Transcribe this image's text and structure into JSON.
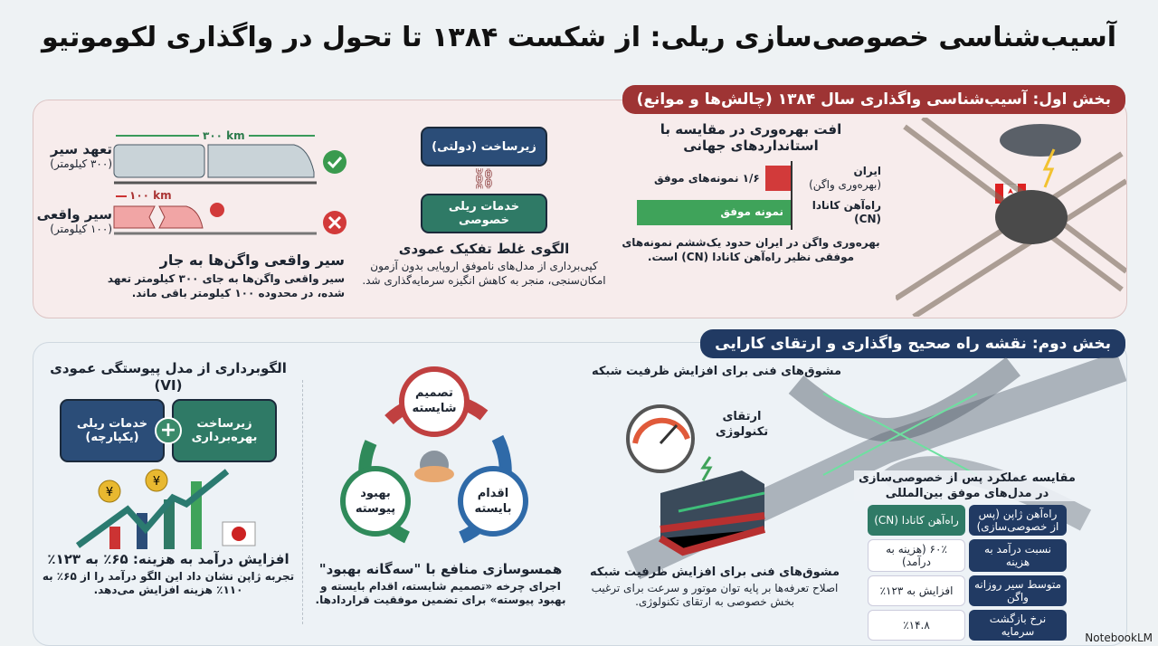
{
  "title": "آسیب‌شناسی خصوصی‌سازی ریلی: از شکست ۱۳۸۴ تا تحول در واگذاری لکوموتیو",
  "section1": {
    "header": "بخش اول: آسیب‌شناسی واگذاری سال ۱۳۸۴ (چالش‌ها و موانع)",
    "trains": {
      "committed_label": "تعهد سیر",
      "committed_sub": "(۳۰۰ کیلومتر)",
      "committed_dist": "۳۰۰ km",
      "actual_label": "سیر واقعی",
      "actual_sub": "(۱۰۰ کیلومتر)",
      "actual_dist": "۱۰۰ km",
      "heading": "سیر واقعی واگن‌ها به جار",
      "text": "سیر واقعی واگن‌ها به جای ۳۰۰ کیلومتر تعهد شده، در محدوده ۱۰۰ کیلومتر باقی ماند."
    },
    "separation": {
      "top_box": "زیرساخت (دولتی)",
      "bottom_box": "خدمات ریلی خصوصی",
      "heading": "الگوی غلط تفکیک عمودی",
      "text": "کپی‌برداری از مدل‌های ناموفق اروپایی بدون آزمون امکان‌سنجی، منجر به کاهش انگیزه سرمایه‌گذاری شد."
    },
    "productivity": {
      "heading": "افت بهره‌وری در مقایسه با استانداردهای جهانی",
      "iran_label": "ایران",
      "iran_sub": "(بهره‌وری واگن)",
      "iran_value_label": "۱/۶ نمونه‌های موفق",
      "iran_ratio": 0.1667,
      "cn_label": "راه‌آهن کانادا",
      "cn_sub": "(CN)",
      "cn_value_label": "نمونه موفق",
      "cn_ratio": 1,
      "text": "بهره‌وری واگن در ایران حدود یک‌ششم نمونه‌های موفقی نظیر راه‌آهن کانادا (CN) است.",
      "colors": {
        "iran": "#d23a3a",
        "cn": "#3fa35a"
      }
    }
  },
  "section2": {
    "header": "بخش دوم: نقشه راه صحیح واگذاری و ارتقای کارایی",
    "vi": {
      "heading": "الگوبرداری از مدل پیوستگی عمودی (VI)",
      "box_right": "زیرساخت بهره‌برداری",
      "box_left": "خدمات ریلی (یکپارچه)",
      "plus": "+",
      "subheading": "افزایش درآمد به هزینه: ۶۵٪ به ۱۲۳٪",
      "text": "تجربه ژاپن نشان داد این الگو درآمد را از ۶۵٪ به ۱۱۰٪ هزینه افزایش می‌دهد.",
      "coin": "¥"
    },
    "cycle": {
      "top": "تصمیم شایسته",
      "right": "اقدام بایسته",
      "left": "بهبود پیوسته",
      "heading": "همسوسازی منافع با \"سه‌گانه بهبود\"",
      "text": "اجرای چرخه «تصمیم شایسته، اقدام بایسته و بهبود پیوسته» برای تضمین موفقیت قراردادها."
    },
    "tech": {
      "heading": "مشوق‌های فنی برای افزایش ظرفیت شبکه",
      "gauge_label": "ارتقای تکنولوژی",
      "bottom_heading": "مشوق‌های فنی برای افزایش ظرفیت شبکه",
      "text": "اصلاح تعرفه‌ها بر پایه توان موتور و سرعت برای ترغیب بخش خصوصی به ارتقای تکنولوژی."
    },
    "comparison": {
      "heading": "مقایسه عملکرد پس از خصوصی‌سازی در مدل‌های موفق بین‌المللی",
      "col_japan": "راه‌آهن ژاپن (پس از خصوصی‌سازی)",
      "col_canada": "راه‌آهن کانادا (CN)",
      "rows": [
        {
          "label": "نسبت درآمد به هزینه",
          "value": "۶۰٪ (هزینه به درآمد)"
        },
        {
          "label": "متوسط سیر روزانه واگن",
          "value": "افزایش به ۱۲۳٪"
        },
        {
          "label": "نرخ بازگشت سرمایه",
          "value": "٪۱۴.۸"
        }
      ]
    }
  },
  "watermark": "NotebookLM"
}
